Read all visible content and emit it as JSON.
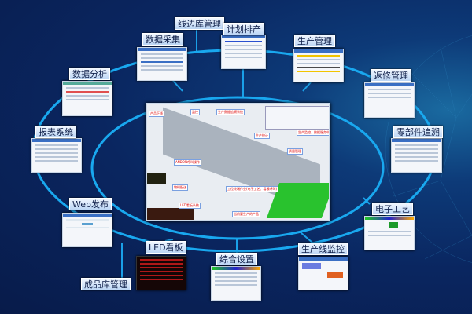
{
  "colors": {
    "background": "#0a2660",
    "ring": "#1aa0e8",
    "label_bg": "#d8e7fa"
  },
  "modules": [
    {
      "id": "line-side-warehouse",
      "label": "线边库管理"
    },
    {
      "id": "production-scheduling",
      "label": "计划排产"
    },
    {
      "id": "data-collection",
      "label": "数据采集"
    },
    {
      "id": "production-management",
      "label": "生产管理"
    },
    {
      "id": "data-analysis",
      "label": "数据分析"
    },
    {
      "id": "repair-management",
      "label": "返修管理"
    },
    {
      "id": "report-system",
      "label": "报表系统"
    },
    {
      "id": "parts-traceability",
      "label": "零部件追溯"
    },
    {
      "id": "web-publishing",
      "label": "Web发布"
    },
    {
      "id": "electronic-process",
      "label": "电子工艺"
    },
    {
      "id": "led-board",
      "label": "LED看板"
    },
    {
      "id": "general-settings",
      "label": "综合设置"
    },
    {
      "id": "line-monitoring",
      "label": "生产线监控"
    },
    {
      "id": "finished-goods-warehouse",
      "label": "成品库管理"
    }
  ],
  "center": {
    "tags": [
      "产品下线",
      "监控",
      "生产数据追溯系统",
      "生产统计",
      "生产监控、数据服务中心平台",
      "质量管理",
      "ANDON呼叫操作",
      "物料配送",
      "工位终端作业(电子工艺、看板呼叫)",
      "LED看板系统",
      "当前要生产的产品"
    ]
  }
}
